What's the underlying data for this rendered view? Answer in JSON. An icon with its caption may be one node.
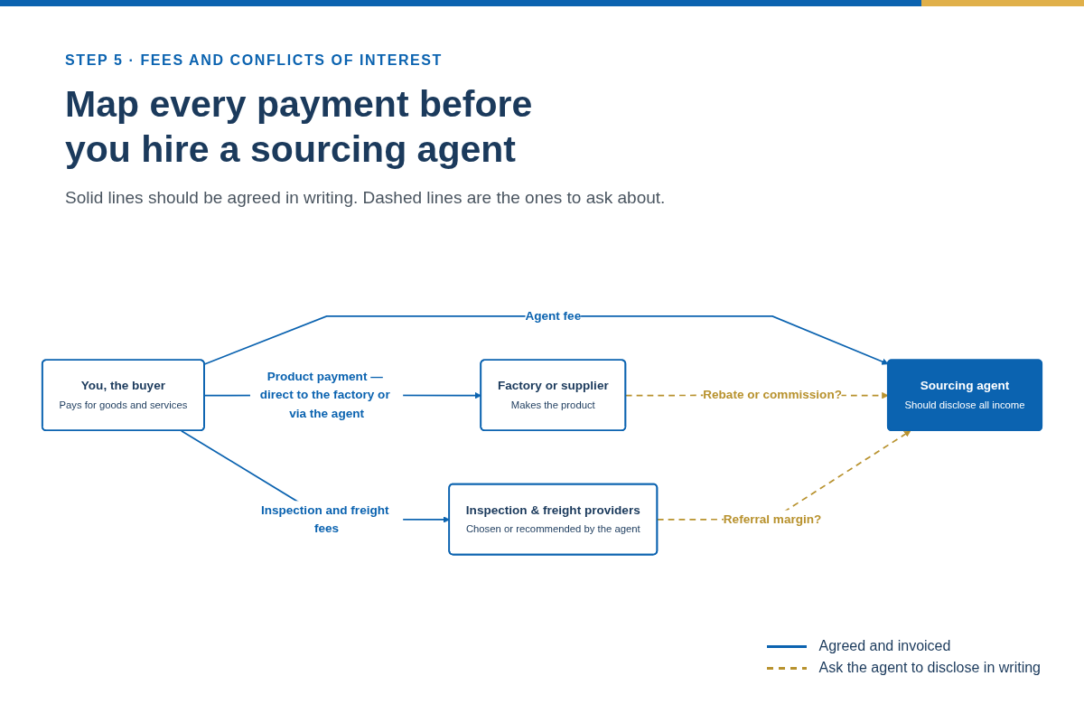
{
  "diagram": {
    "title": "Map every payment before you hire a sourcing agent",
    "nodes": [
      {
        "text": [
          "You, the buyer",
          "Pays for goods and services"
        ]
      },
      {
        "text": [
          "Sourcing agent",
          "Should disclose all income"
        ]
      },
      {
        "text": [
          "Factory or supplier",
          "Makes the product"
        ]
      },
      {
        "text": [
          "Inspection & freight providers",
          "Chosen or recommended by the agent"
        ]
      }
    ],
    "edges": [
      {
        "from": 0,
        "to": 2,
        "arrow": "to",
        "label": "Product payment — direct to the factory or via the agent"
      },
      {
        "from": 0,
        "to": 1,
        "arrow": "to",
        "label": "Agent fee"
      },
      {
        "from": 2,
        "to": 1,
        "arrow": "to",
        "label": "Rebate or commission?",
        "style": "dashed",
        "color": "#b8922e"
      },
      {
        "from": 0,
        "to": 3,
        "arrow": "to",
        "label": "Inspection and freight fees"
      },
      {
        "from": 3,
        "to": 1,
        "arrow": "to",
        "label": "Referral margin?",
        "style": "dashed",
        "color": "#b8922e"
      }
    ],
    "labels": [
      "STEP 5 · FEES AND CONFLICTS OF INTEREST",
      "Solid lines should be agreed in writing. Dashed lines are the ones to ask about."
    ],
    "legend": [
      {
        "text": "Agreed and invoiced"
      },
      {
        "text": "Ask the agent to disclose in writing"
      }
    ]
  }
}
